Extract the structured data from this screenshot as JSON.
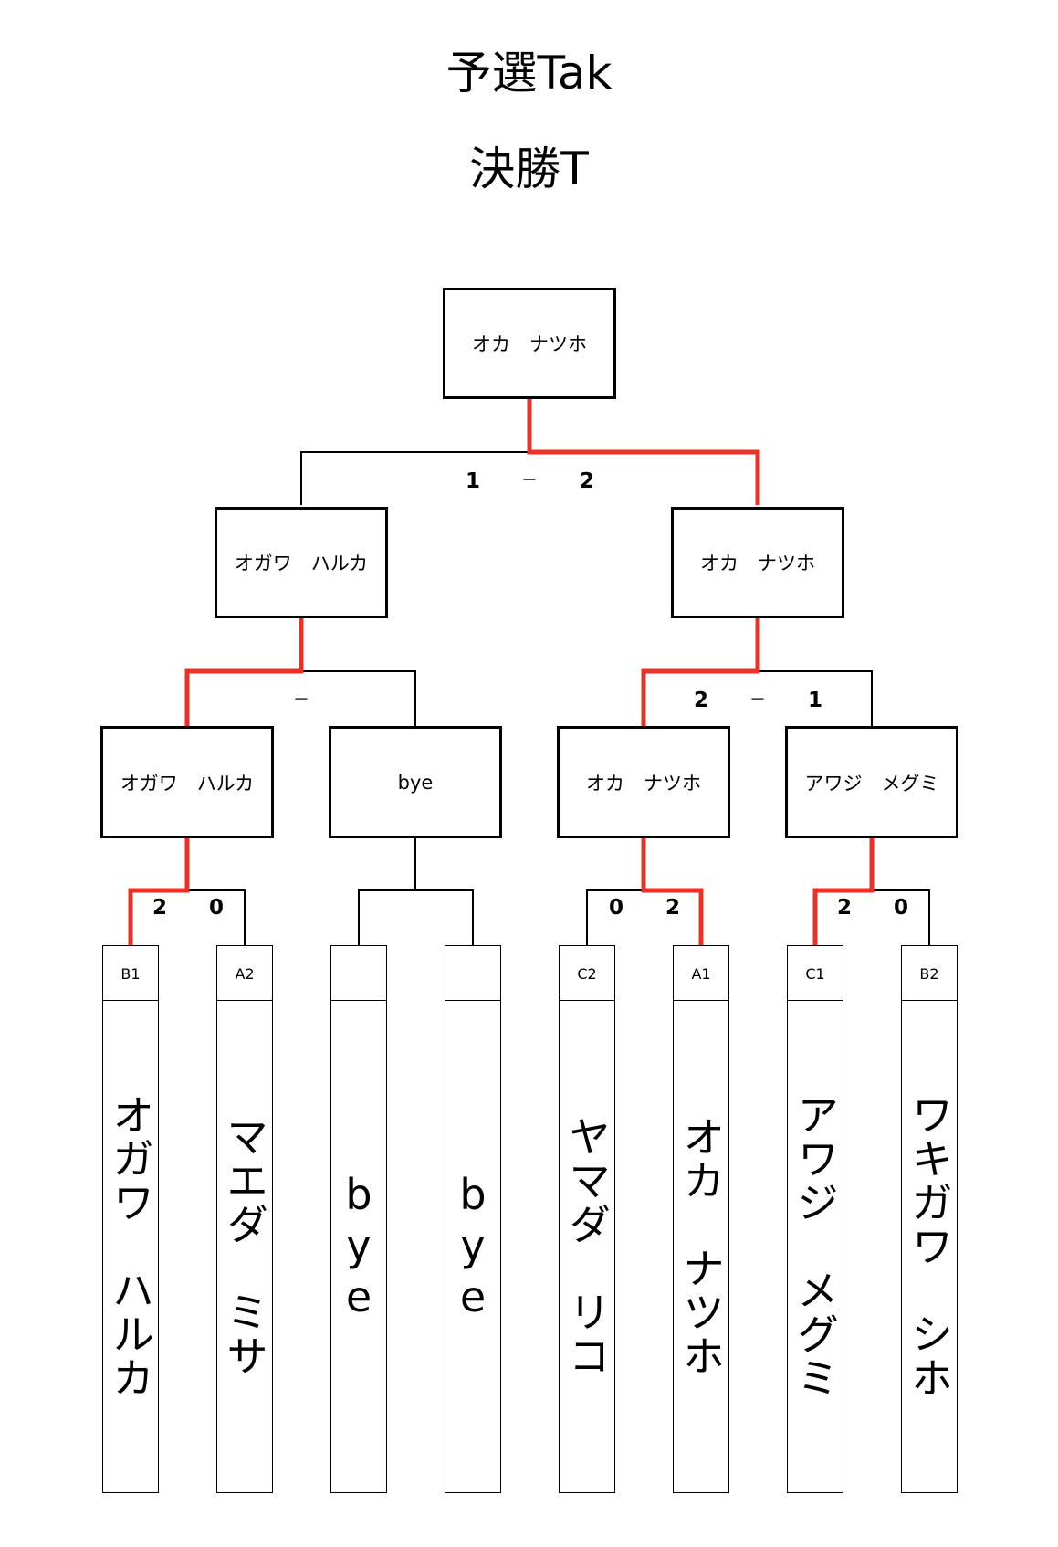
{
  "title": "予選Tak",
  "subtitle": "決勝T",
  "colors": {
    "line": "#000000",
    "winner_path": "#e53329"
  },
  "champion": {
    "name": "オカ　ナツホ"
  },
  "semifinals": {
    "left": {
      "name": "オガワ　ハルカ"
    },
    "right": {
      "name": "オカ　ナツホ"
    },
    "score": {
      "left": "1",
      "dash": "－",
      "right": "2"
    }
  },
  "quarterfinals": [
    {
      "name": "オガワ　ハルカ"
    },
    {
      "name": "bye"
    },
    {
      "name": "オカ　ナツホ"
    },
    {
      "name": "アワジ　メグミ"
    }
  ],
  "quarter_scores": [
    {
      "left": "",
      "dash": "－",
      "right": ""
    },
    {
      "left": "2",
      "dash": "－",
      "right": "1"
    }
  ],
  "first_round_scores": [
    {
      "left": "2",
      "right": "0"
    },
    {
      "left": "",
      "right": ""
    },
    {
      "left": "0",
      "right": "2"
    },
    {
      "left": "2",
      "right": "0"
    }
  ],
  "entrants": [
    {
      "seed": "B1",
      "name": "オガワ　ハルカ"
    },
    {
      "seed": "A2",
      "name": "マエダ　ミサ"
    },
    {
      "seed": "",
      "name": "bye"
    },
    {
      "seed": "",
      "name": "bye"
    },
    {
      "seed": "C2",
      "name": "ヤマダ　リコ"
    },
    {
      "seed": "A1",
      "name": "オカ　ナツホ"
    },
    {
      "seed": "C1",
      "name": "アワジ　メグミ"
    },
    {
      "seed": "B2",
      "name": "ワキガワ　シホ"
    }
  ]
}
